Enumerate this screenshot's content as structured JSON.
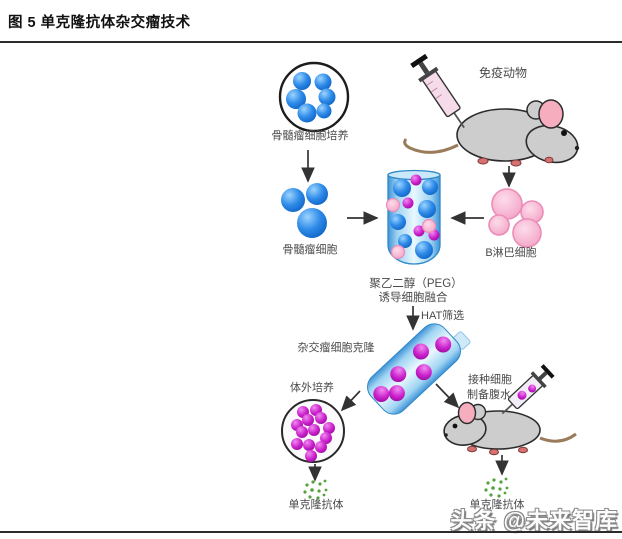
{
  "figure": {
    "title": "图 5 单克隆抗体杂交瘤技术"
  },
  "diagram": {
    "steps": {
      "myeloma_culture": "骨髓瘤细胞培养",
      "immunized_animal": "免疫动物",
      "myeloma_cells": "骨髓瘤细胞",
      "b_lymphocytes": "B淋巴细胞",
      "peg_line1": "聚乙二醇（PEG）",
      "peg_line2": "诱导细胞融合",
      "hat_selection": "HAT筛选",
      "hybridoma_clone": "杂交瘤细胞克隆",
      "in_vitro_culture": "体外培养",
      "inoculate_cells": "接种细胞",
      "prepare_ascites": "制备腹水",
      "mab_left": "单克隆抗体",
      "mab_right": "单克隆抗体"
    },
    "colors": {
      "myeloma_blue": "#1d7fe0",
      "b_cell_pink": "#f4a8c8",
      "hybridoma_magenta": "#c822c8",
      "antibody_green": "#55a23a",
      "tube_blue": "#9fd4f2",
      "mouse_gray": "#cdcdcd",
      "arrow": "#333333"
    }
  },
  "watermark": {
    "text": "头条 @未来智库"
  }
}
